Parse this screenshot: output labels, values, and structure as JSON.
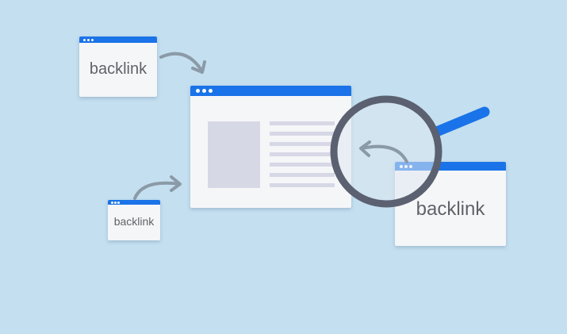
{
  "windows": {
    "top_left": {
      "label": "backlink"
    },
    "bottom_left": {
      "label": "backlink"
    },
    "right": {
      "label": "backlink"
    }
  },
  "icons": [
    "arrow-icon",
    "magnifying-glass-icon",
    "window-dots-icon"
  ],
  "colors": {
    "background": "#c4dff0",
    "title_bar": "#1a73e8",
    "window": "#f5f6f8",
    "arrow": "#8a9aa6",
    "magnifier_rim": "#5b6170",
    "magnifier_handle": "#1a73e8",
    "placeholder": "#d7d8e6"
  }
}
